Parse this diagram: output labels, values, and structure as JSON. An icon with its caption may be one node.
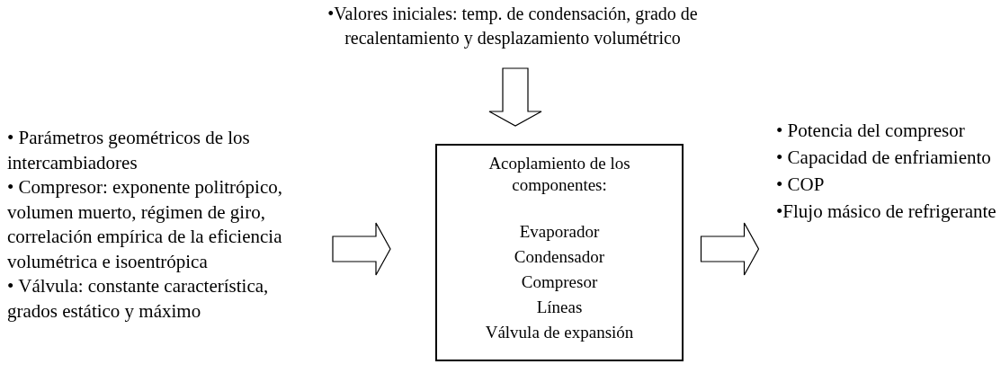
{
  "diagram": {
    "nodes": [
      {
        "text": [
          "•Valores iniciales: temp. de condensación, grado de recalentamiento y desplazamiento volumétrico"
        ]
      },
      {
        "text": [
          "• Parámetros geométricos de los intercambiadores",
          "• Compresor: exponente politrópico, volumen muerto, régimen de giro, correlación empírica de la eficiencia volumétrica e isoentrópica",
          "• Válvula: constante característica, grados estático y máximo"
        ]
      },
      {
        "text": [
          "Acoplamiento de los componentes:",
          "Evaporador",
          "Condensador",
          "Compresor",
          "Líneas",
          "Válvula de expansión"
        ]
      },
      {
        "text": [
          "• Potencia del compresor",
          "• Capacidad de enfriamiento",
          "• COP",
          "•Flujo másico de refrigerante"
        ]
      }
    ],
    "edges": [
      {
        "from": 0,
        "to": 2,
        "arrow": "to"
      },
      {
        "from": 1,
        "to": 2,
        "arrow": "to"
      },
      {
        "from": 2,
        "to": 3,
        "arrow": "to"
      }
    ]
  }
}
